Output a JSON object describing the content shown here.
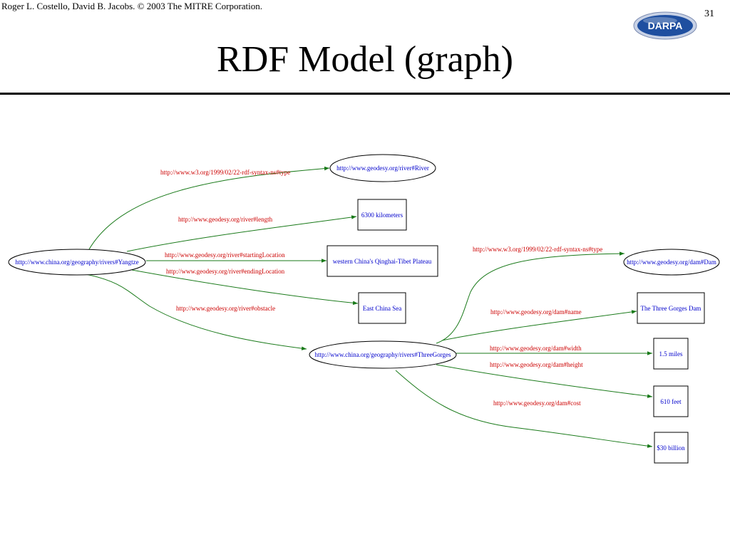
{
  "header": {
    "credit": "Roger L. Costello, David B. Jacobs. © 2003 The MITRE Corporation.",
    "page_number": "31",
    "logo_text": "DARPA",
    "title": "RDF Model (graph)"
  },
  "colors": {
    "edge": "#1a7a1a",
    "edge_label": "#cc0000",
    "node_text": "#0000cc",
    "logo_fill": "#1f4fa0"
  },
  "graph": {
    "nodes": {
      "yangtze": "http://www.china.org/geography/rivers#Yangtze",
      "river_class": "http://www.geodesy.org/river#River",
      "length_value": "6300 kilometers",
      "start_location": "western China's Qinghai-Tibet Plateau",
      "east_china_sea": "East China Sea",
      "three_gorges": "http://www.china.org/geography/rivers#ThreeGorges",
      "dam_class": "http://www.geodesy.org/dam#Dam",
      "dam_name": "The Three Gorges Dam",
      "width_value": "1.5 miles",
      "height_value": "610 feet",
      "cost_value": "$30 billion"
    },
    "edge_labels": {
      "yangtze_type": "http://www.w3.org/1999/02/22-rdf-syntax-ns#type",
      "yangtze_length": "http://www.geodesy.org/river#length",
      "starting_location": "http://www.geodesy.org/river#startingLocation",
      "ending_location": "http://www.geodesy.org/river#endingLocation",
      "obstacle": "http://www.geodesy.org/river#obstacle",
      "gorges_type": "http://www.w3.org/1999/02/22-rdf-syntax-ns#type",
      "dam_name": "http://www.geodesy.org/dam#name",
      "dam_width": "http://www.geodesy.org/dam#width",
      "dam_height": "http://www.geodesy.org/dam#height",
      "dam_cost": "http://www.geodesy.org/dam#cost"
    }
  }
}
